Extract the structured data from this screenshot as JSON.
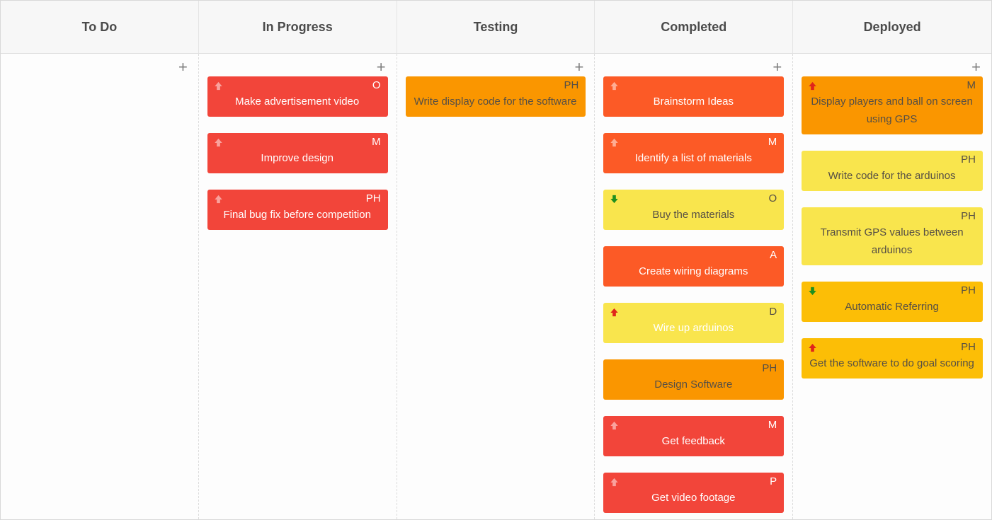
{
  "board": {
    "add_button_label": "+",
    "columns": [
      {
        "title": "To Do",
        "cards": []
      },
      {
        "title": "In Progress",
        "cards": [
          {
            "title": "Make advertisement video",
            "initials": "O",
            "color": "red",
            "arrow": "up_light"
          },
          {
            "title": "Improve design",
            "initials": "M",
            "color": "red",
            "arrow": "up_light"
          },
          {
            "title": "Final bug fix before competition",
            "initials": "PH",
            "color": "red",
            "arrow": "up_light"
          }
        ]
      },
      {
        "title": "Testing",
        "cards": [
          {
            "title": "Write display code for the software",
            "initials": "PH",
            "color": "orange",
            "arrow": "none"
          }
        ]
      },
      {
        "title": "Completed",
        "cards": [
          {
            "title": "Brainstorm Ideas",
            "initials": "",
            "color": "deep_orange",
            "arrow": "up_light"
          },
          {
            "title": "Identify a list of materials",
            "initials": "M",
            "color": "deep_orange",
            "arrow": "up_light"
          },
          {
            "title": "Buy the materials",
            "initials": "O",
            "color": "yellow",
            "arrow": "down_green"
          },
          {
            "title": "Create wiring diagrams",
            "initials": "A",
            "color": "deep_orange",
            "arrow": "none"
          },
          {
            "title": "Wire up arduinos",
            "initials": "D",
            "color": "yellow",
            "arrow": "up_red",
            "title_color": "#FFFFFF"
          },
          {
            "title": "Design Software",
            "initials": "PH",
            "color": "orange",
            "arrow": "none"
          },
          {
            "title": "Get feedback",
            "initials": "M",
            "color": "red",
            "arrow": "up_light"
          },
          {
            "title": "Get video footage",
            "initials": "P",
            "color": "red",
            "arrow": "up_light"
          }
        ]
      },
      {
        "title": "Deployed",
        "cards": [
          {
            "title": "Display players and ball on screen using GPS",
            "initials": "M",
            "color": "orange",
            "arrow": "up_red"
          },
          {
            "title": "Write code for the arduinos",
            "initials": "PH",
            "color": "yellow",
            "arrow": "none"
          },
          {
            "title": "Transmit GPS values between arduinos",
            "initials": "PH",
            "color": "yellow",
            "arrow": "none"
          },
          {
            "title": "Automatic Referring",
            "initials": "PH",
            "color": "amber",
            "arrow": "down_green"
          },
          {
            "title": "Get the software to do goal scoring",
            "initials": "PH",
            "color": "amber",
            "arrow": "up_red"
          }
        ]
      }
    ],
    "colors": {
      "card_red": "#F2453A",
      "card_deep_orange": "#FC5A26",
      "card_orange": "#FA9600",
      "card_yellow": "#F9E54D",
      "card_amber": "#FCBE06",
      "arrow_up_light": "rgba(255,255,255,0.5)",
      "arrow_up_red": "#E0251B",
      "arrow_down_green": "#1F8F1F",
      "header_text": "#4B4B4B",
      "card_text_light": "#FFFFFF",
      "card_text_dark": "#564F45"
    }
  }
}
